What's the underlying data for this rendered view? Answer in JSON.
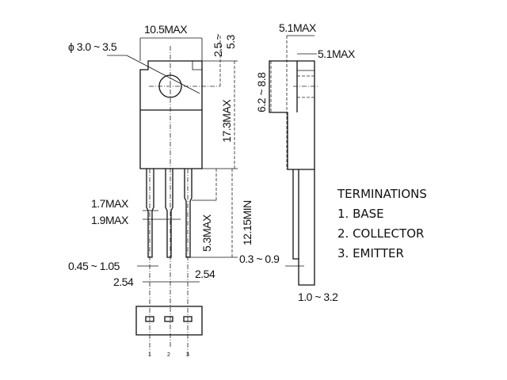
{
  "dimensions": {
    "width_front": "10.5MAX",
    "hole_diameter": "ϕ 3.0 ~ 3.5",
    "hole_offset_a": "2.5 ~",
    "hole_offset_b": "5.3",
    "body_height": "17.3MAX",
    "lead_length": "12.15MIN",
    "lead_shoulder": "5.3MAX",
    "lead_width_upper": "1.7MAX",
    "lead_width_mid": "1.9MAX",
    "lead_width_lower": "0.45 ~ 1.05",
    "pitch_left": "2.54",
    "pitch_right": "2.54",
    "side_thickness": "5.1MAX",
    "side_tab": "5.1MAX",
    "side_tab_height": "6.2 ~ 8.8",
    "lead_thickness": "0.3 ~ 0.9",
    "lead_offset": "1.0 ~ 3.2"
  },
  "terminations": {
    "title": "TERMINATIONS",
    "items": [
      "1. BASE",
      "2. COLLECTOR",
      "3. EMITTER"
    ]
  },
  "pin_numbers": [
    "1",
    "2",
    "3"
  ]
}
